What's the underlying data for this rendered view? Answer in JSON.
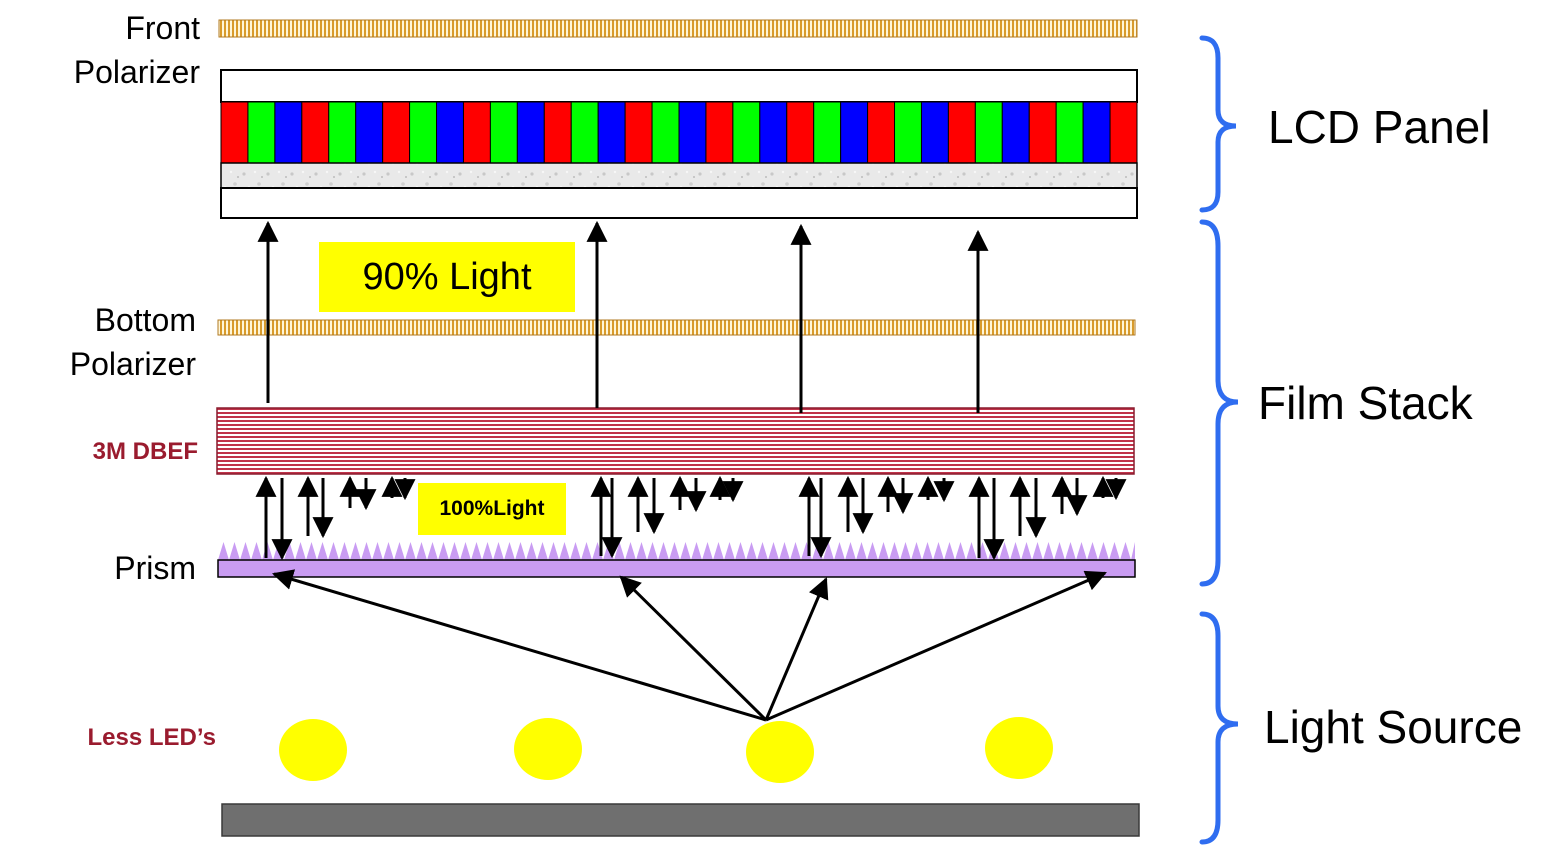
{
  "layers": {
    "front_polarizer": "Front Polarizer",
    "bottom_polarizer": "Bottom Polarizer",
    "dbef": "3M DBEF",
    "prism": "Prism",
    "leds": "Less LED’s"
  },
  "groups": {
    "lcd_panel": "LCD Panel",
    "film_stack": "Film Stack",
    "light_source": "Light Source"
  },
  "callouts": {
    "top": "90% Light",
    "bottom": "100%Light"
  },
  "colors": {
    "red": "#ff0000",
    "green": "#00ff00",
    "blue": "#0000ff",
    "polarizer": "#e6a82a",
    "dbef_red": "#c0334a",
    "prism": "#c99cf2",
    "led": "#ffff00",
    "base": "#6f6f6f",
    "brace": "#2f6df0",
    "highlight": "#ffff00"
  }
}
